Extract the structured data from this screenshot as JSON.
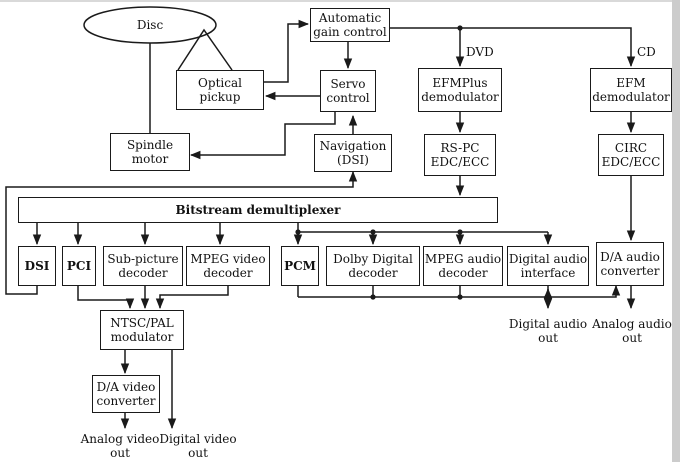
{
  "diagram": {
    "disc": "Disc",
    "optical_pickup": [
      "Optical",
      "pickup"
    ],
    "agc": [
      "Automatic",
      "gain control"
    ],
    "servo": [
      "Servo",
      "control"
    ],
    "spindle": [
      "Spindle",
      "motor"
    ],
    "navigation": [
      "Navigation",
      "(DSI)"
    ],
    "efmplus": [
      "EFMPlus",
      "demodulator"
    ],
    "rspc": [
      "RS-PC",
      "EDC/ECC"
    ],
    "efm": [
      "EFM",
      "demodulator"
    ],
    "circ": [
      "CIRC",
      "EDC/ECC"
    ],
    "dvd_label": "DVD",
    "cd_label": "CD",
    "bitstream": "Bitstream demultiplexer",
    "dsi": "DSI",
    "pci": "PCI",
    "subpicture": [
      "Sub-picture",
      "decoder"
    ],
    "mpeg_video": [
      "MPEG video",
      "decoder"
    ],
    "pcm": "PCM",
    "dolby": [
      "Dolby Digital",
      "decoder"
    ],
    "mpeg_audio": [
      "MPEG audio",
      "decoder"
    ],
    "digital_audio_interface": [
      "Digital audio",
      "interface"
    ],
    "da_audio": [
      "D/A audio",
      "converter"
    ],
    "ntsc_pal": [
      "NTSC/PAL",
      "modulator"
    ],
    "da_video": [
      "D/A video",
      "converter"
    ],
    "digital_audio_out": [
      "Digital audio",
      "out"
    ],
    "analog_audio_out": [
      "Analog audio",
      "out"
    ],
    "analog_video_out": [
      "Analog video",
      "out"
    ],
    "digital_video_out": [
      "Digital video",
      "out"
    ]
  }
}
